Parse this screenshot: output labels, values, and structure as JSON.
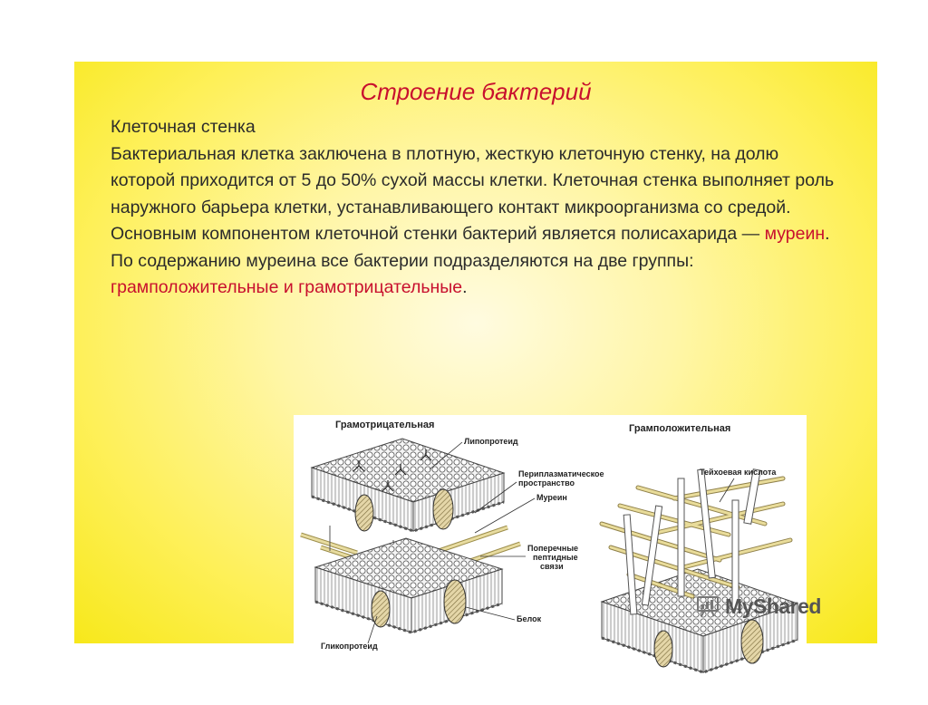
{
  "slide": {
    "title": "Строение бактерий",
    "paragraphs": [
      [
        {
          "text": "Клеточная стенка"
        }
      ],
      [
        {
          "text": "Бактериальная клетка заключена в плотную, жесткую клеточную стенку, на долю которой приходится от 5 до 50% сухой массы клетки. Клеточная стенка выполняет роль наружного барьера клетки, устанавливающего контакт микроорганизма со средой."
        }
      ],
      [
        {
          "text": "Основным компонентом клеточной стенки бактерий является полисахарида — "
        },
        {
          "text": "муреин",
          "hl": true
        },
        {
          "text": ". По содержанию муреина все бактерии подразделяются на две группы: "
        },
        {
          "text": "грамположительные и грамотрицательные",
          "hl": true
        },
        {
          "text": "."
        }
      ]
    ]
  },
  "figure": {
    "left_title": "Грамотрицательная",
    "right_title": "Грамположительная",
    "labels": {
      "lipoprotein": "Липопротеид",
      "periplasmic": [
        "Периплазматическое",
        "пространство"
      ],
      "murein": "Муреин",
      "crosslinks": [
        "Поперечные",
        "пептидные",
        "связи"
      ],
      "protein": "Белок",
      "glycoprotein": "Гликопротеид",
      "teichoic": "Тейхоевая кислота"
    }
  },
  "watermark": {
    "text": "MyShared",
    "icon": "presentation-board-icon"
  }
}
